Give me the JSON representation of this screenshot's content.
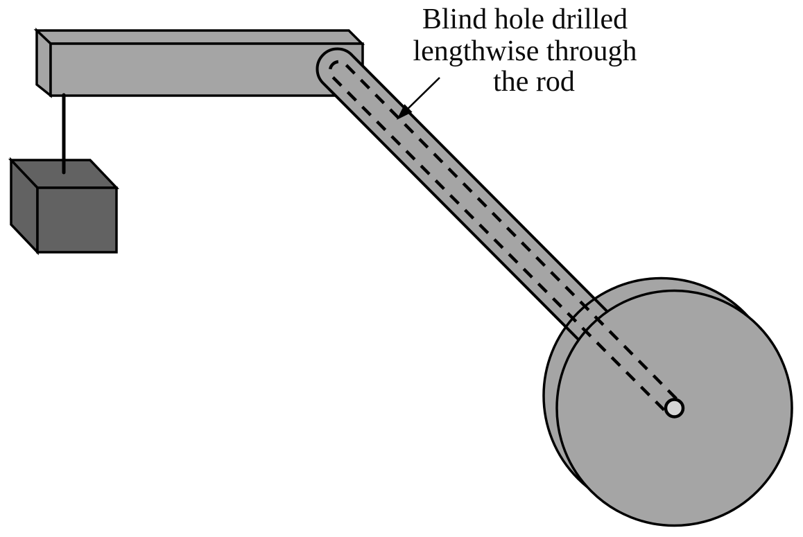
{
  "annotation": {
    "lines": [
      "Blind hole drilled",
      "lengthwise through",
      "the rod"
    ],
    "full_text": "Blind hole drilled lengthwise through the rod"
  },
  "colors": {
    "background": "#ffffff",
    "metal": "#a5a5a5",
    "weight": "#626262",
    "hub": "#d6d6d6",
    "outline": "#000000"
  }
}
